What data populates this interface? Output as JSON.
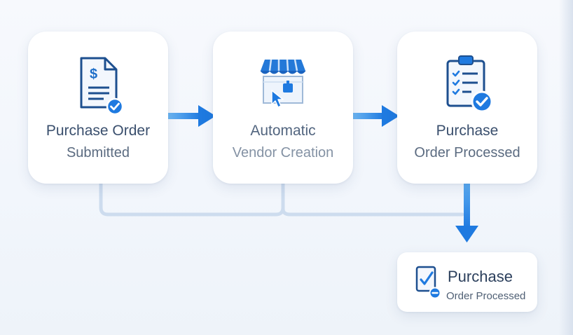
{
  "nodes": [
    {
      "id": "purchase-order-submitted",
      "line1": "Purchase Order",
      "line2": "Submitted",
      "icon": "document-dollar-check-icon"
    },
    {
      "id": "automatic-vendor-creation",
      "line1": "Automatic",
      "line2": "Vendor Creation",
      "icon": "storefront-cursor-icon"
    },
    {
      "id": "purchase-order-processed",
      "line1": "Purchase",
      "line2": "Order Processed",
      "icon": "clipboard-checklist-check-icon"
    },
    {
      "id": "purchase-order-processed-result",
      "line1": "Purchase",
      "line2": "Order Processed",
      "icon": "document-check-badge-icon"
    }
  ],
  "colors": {
    "accent": "#1f7ae0",
    "accent_light": "#4aa3f0",
    "icon_dark": "#1d4f8f",
    "connector": "#cbdcee",
    "title_text": "#3a4f6d",
    "subtitle_text": "#5b6b80"
  }
}
